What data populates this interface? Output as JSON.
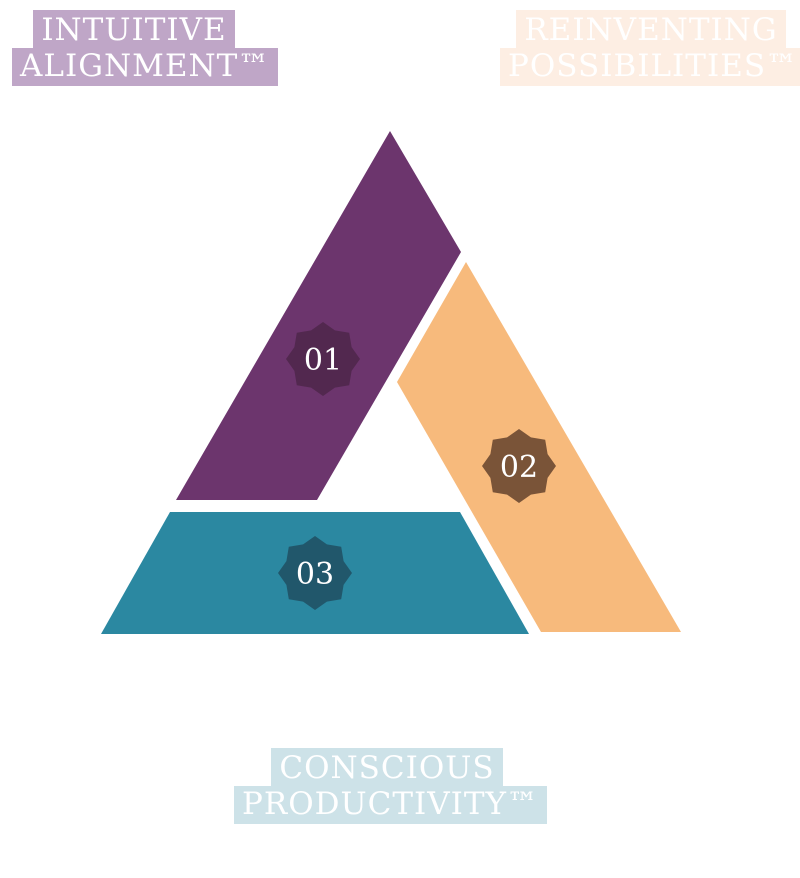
{
  "labels": [
    {
      "line1": "INTUITIVE",
      "line2": "ALIGNMENT™"
    },
    {
      "line1": "REINVENTING",
      "line2": "POSSIBILITIES™"
    },
    {
      "line1": "CONSCIOUS",
      "line2": "PRODUCTIVITY™"
    }
  ],
  "segments": [
    {
      "number": "01",
      "color": "#6c356d",
      "badge_color": "#52284f"
    },
    {
      "number": "02",
      "color": "#f7ba7c",
      "badge_color": "#7a5438"
    },
    {
      "number": "03",
      "color": "#2b88a1",
      "badge_color": "#21576b"
    }
  ]
}
